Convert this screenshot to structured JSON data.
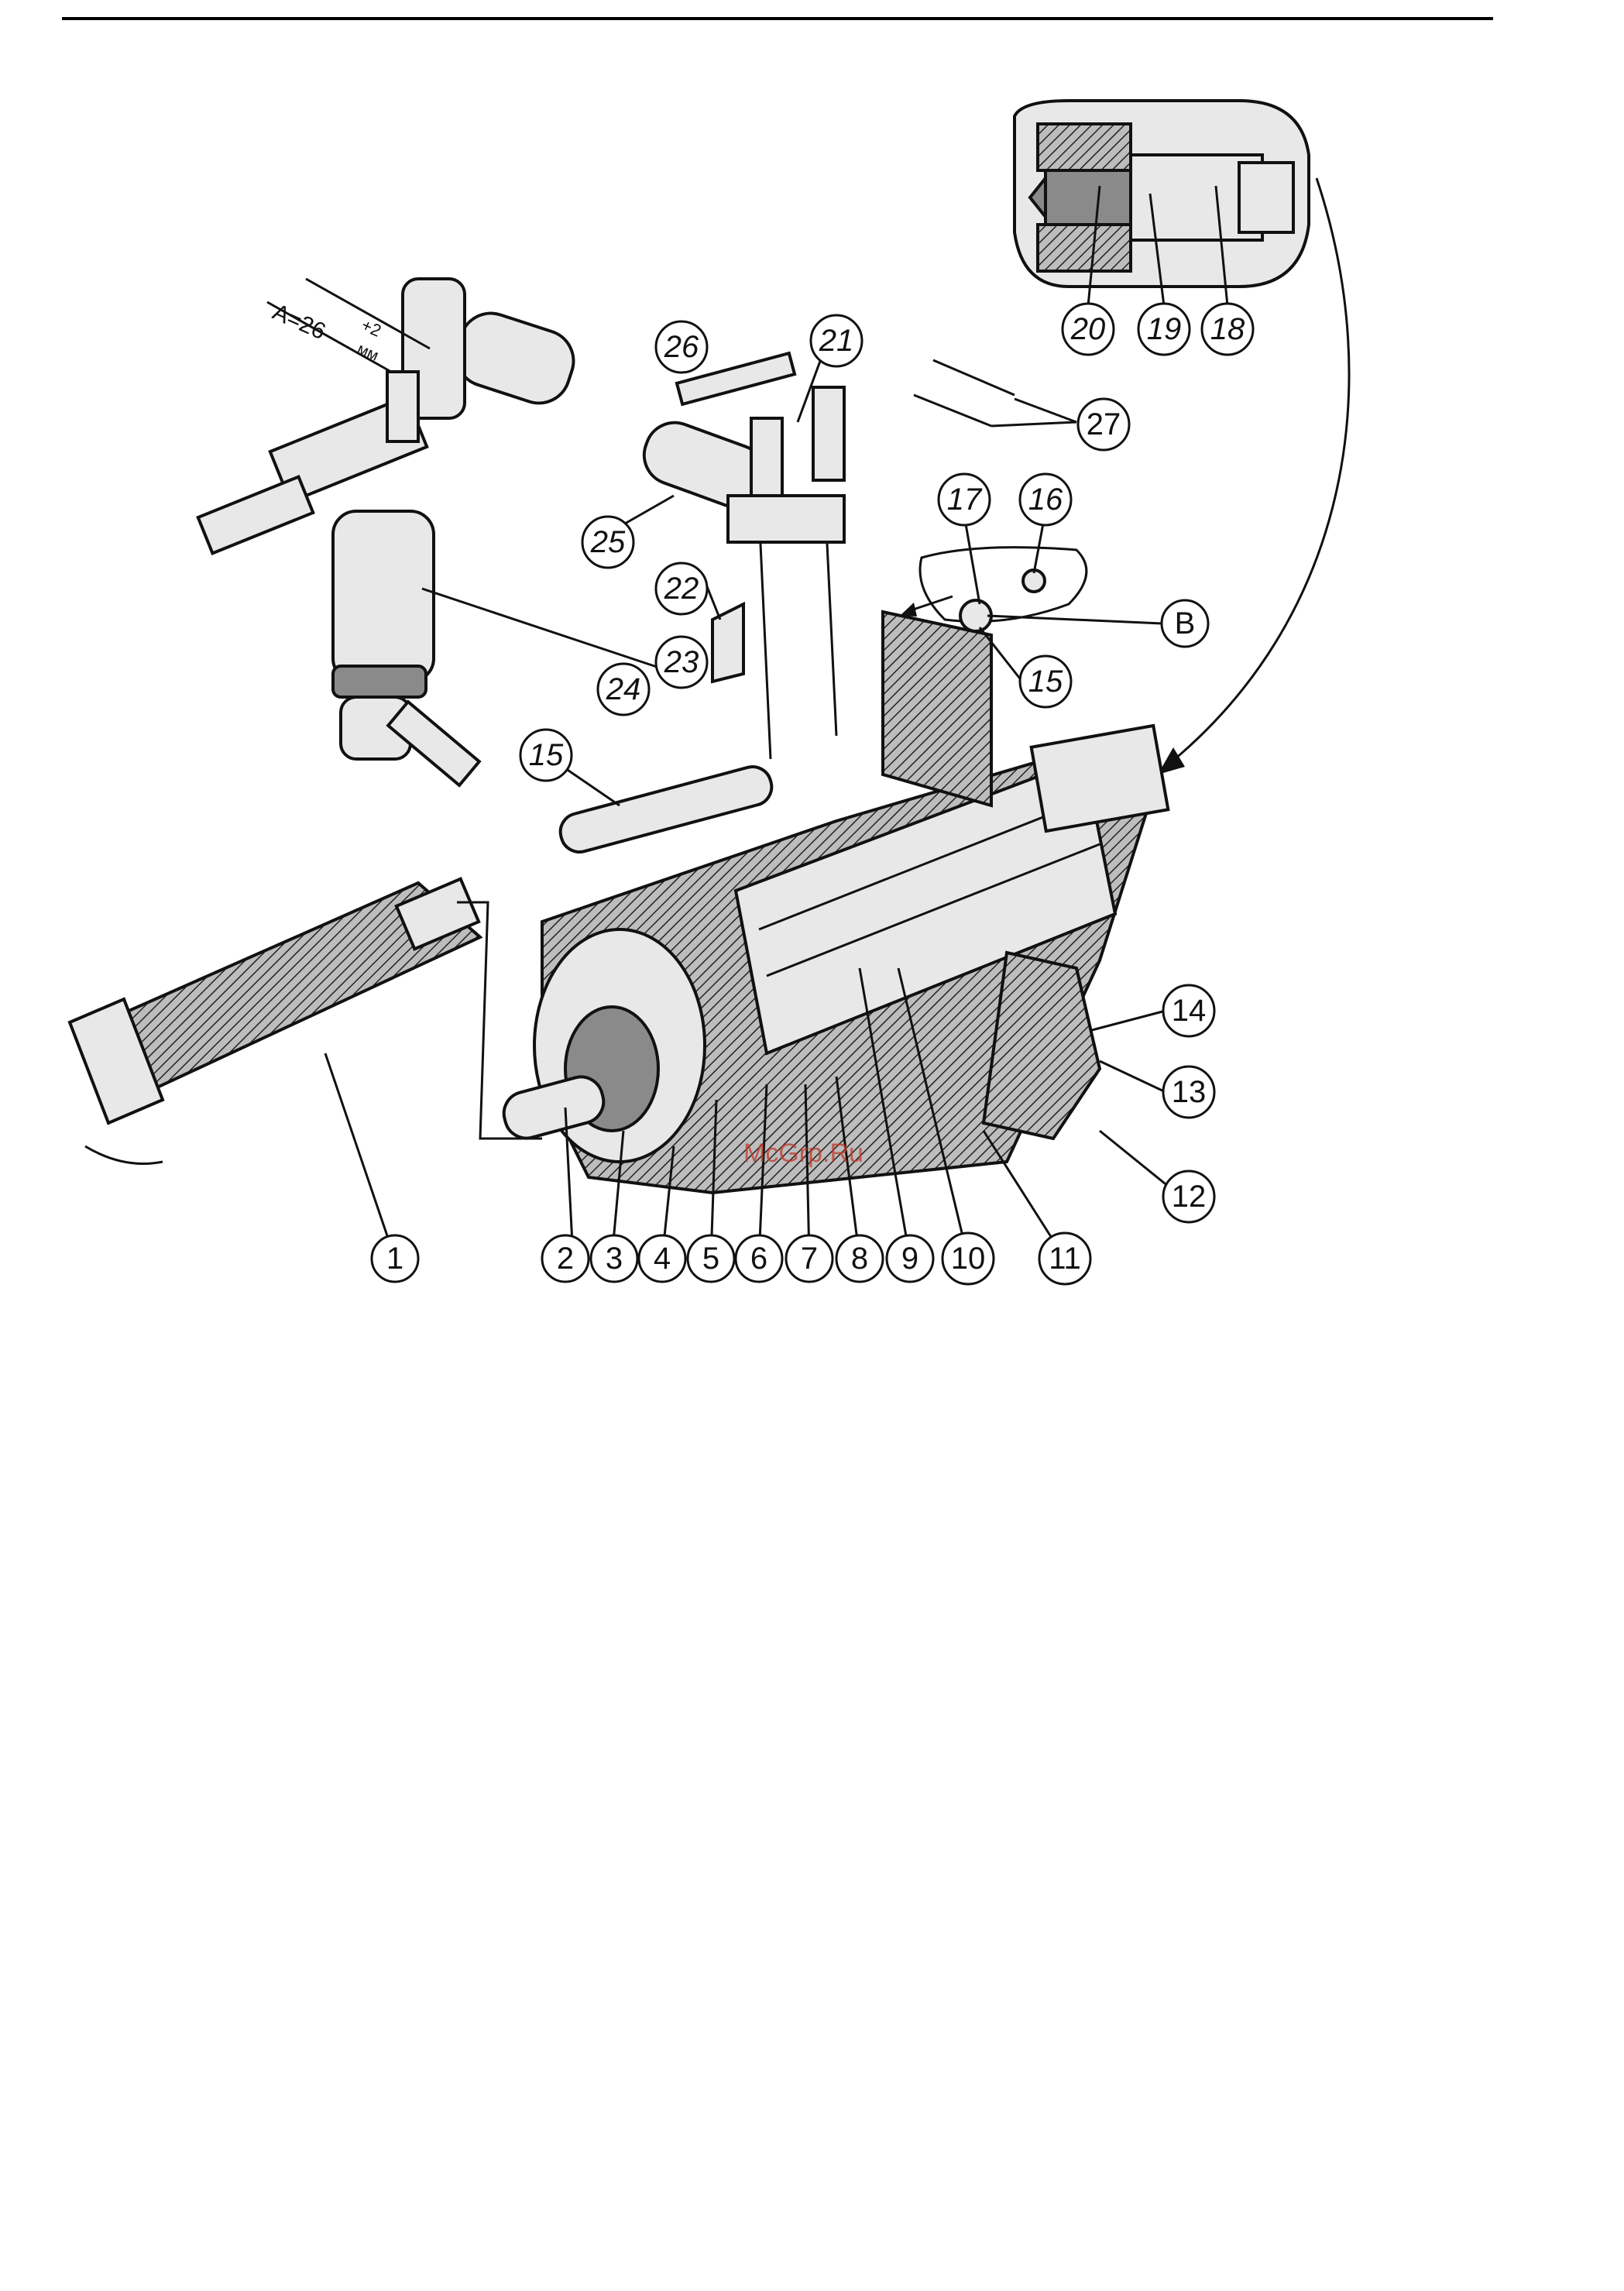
{
  "figure": {
    "dimension_label": "A=26",
    "dimension_tolerance": "+2",
    "dimension_unit": "мм",
    "watermark": "McGrp.Ru"
  },
  "callouts": {
    "c1": "1",
    "c2": "2",
    "c3": "3",
    "c4": "4",
    "c5": "5",
    "c6": "6",
    "c7": "7",
    "c8": "8",
    "c9": "9",
    "c10": "10",
    "c11": "11",
    "c12": "12",
    "c13": "13",
    "c14": "14",
    "c15a": "15",
    "c15b": "15",
    "c16": "16",
    "c17": "17",
    "c18": "18",
    "c19": "19",
    "c20": "20",
    "c21": "21",
    "c22": "22",
    "c23": "23",
    "c24": "24",
    "c25": "25",
    "c26": "26",
    "c27": "27",
    "cB": "B"
  }
}
